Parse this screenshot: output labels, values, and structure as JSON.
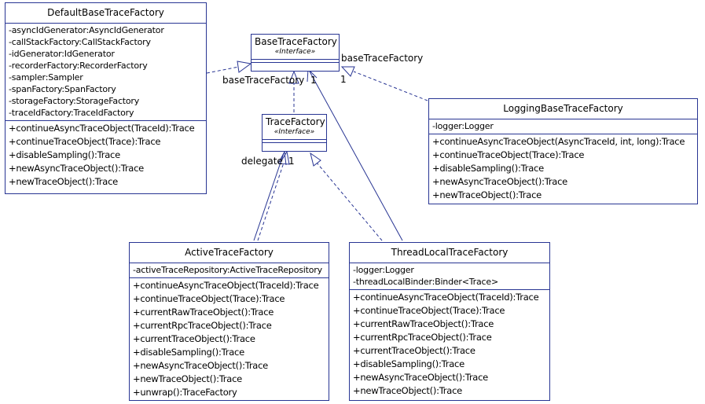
{
  "classes": {
    "defaultBase": {
      "name": "DefaultBaseTraceFactory",
      "attributes": [
        "-asyncIdGenerator:AsyncIdGenerator",
        "-callStackFactory:CallStackFactory",
        "-idGenerator:IdGenerator",
        "-recorderFactory:RecorderFactory",
        "-sampler:Sampler",
        "-spanFactory:SpanFactory",
        "-storageFactory:StorageFactory",
        "-traceIdFactory:TraceIdFactory"
      ],
      "methods": [
        "+continueAsyncTraceObject(TraceId):Trace",
        "+continueTraceObject(Trace):Trace",
        "+disableSampling():Trace",
        "+newAsyncTraceObject():Trace",
        "+newTraceObject():Trace"
      ]
    },
    "baseTraceFactory": {
      "name": "BaseTraceFactory",
      "stereotype": "«Interface»"
    },
    "traceFactory": {
      "name": "TraceFactory",
      "stereotype": "«Interface»"
    },
    "loggingBase": {
      "name": "LoggingBaseTraceFactory",
      "attributes": [
        "-logger:Logger"
      ],
      "methods": [
        "+continueAsyncTraceObject(AsyncTraceId, int, long):Trace",
        "+continueTraceObject(Trace):Trace",
        "+disableSampling():Trace",
        "+newAsyncTraceObject():Trace",
        "+newTraceObject():Trace"
      ]
    },
    "active": {
      "name": "ActiveTraceFactory",
      "attributes": [
        "-activeTraceRepository:ActiveTraceRepository"
      ],
      "methods": [
        "+continueAsyncTraceObject(TraceId):Trace",
        "+continueTraceObject(Trace):Trace",
        "+currentRawTraceObject():Trace",
        "+currentRpcTraceObject():Trace",
        "+currentTraceObject():Trace",
        "+disableSampling():Trace",
        "+newAsyncTraceObject():Trace",
        "+newTraceObject():Trace",
        "+unwrap():TraceFactory"
      ]
    },
    "threadLocal": {
      "name": "ThreadLocalTraceFactory",
      "attributes": [
        "-logger:Logger",
        "-threadLocalBinder:Binder<Trace>"
      ],
      "methods": [
        "+continueAsyncTraceObject(TraceId):Trace",
        "+continueTraceObject(Trace):Trace",
        "+currentRawTraceObject():Trace",
        "+currentRpcTraceObject():Trace",
        "+currentTraceObject():Trace",
        "+disableSampling():Trace",
        "+newAsyncTraceObject():Trace",
        "+newTraceObject():Trace"
      ]
    }
  },
  "edge_labels": {
    "baseTraceFactory_left": "baseTraceFactory",
    "multiplicity_left": "1",
    "baseTraceFactory_right": "baseTraceFactory",
    "multiplicity_right": "1",
    "delegate": "delegate",
    "multiplicity_delegate": "1"
  },
  "colors": {
    "line": "#283593"
  }
}
